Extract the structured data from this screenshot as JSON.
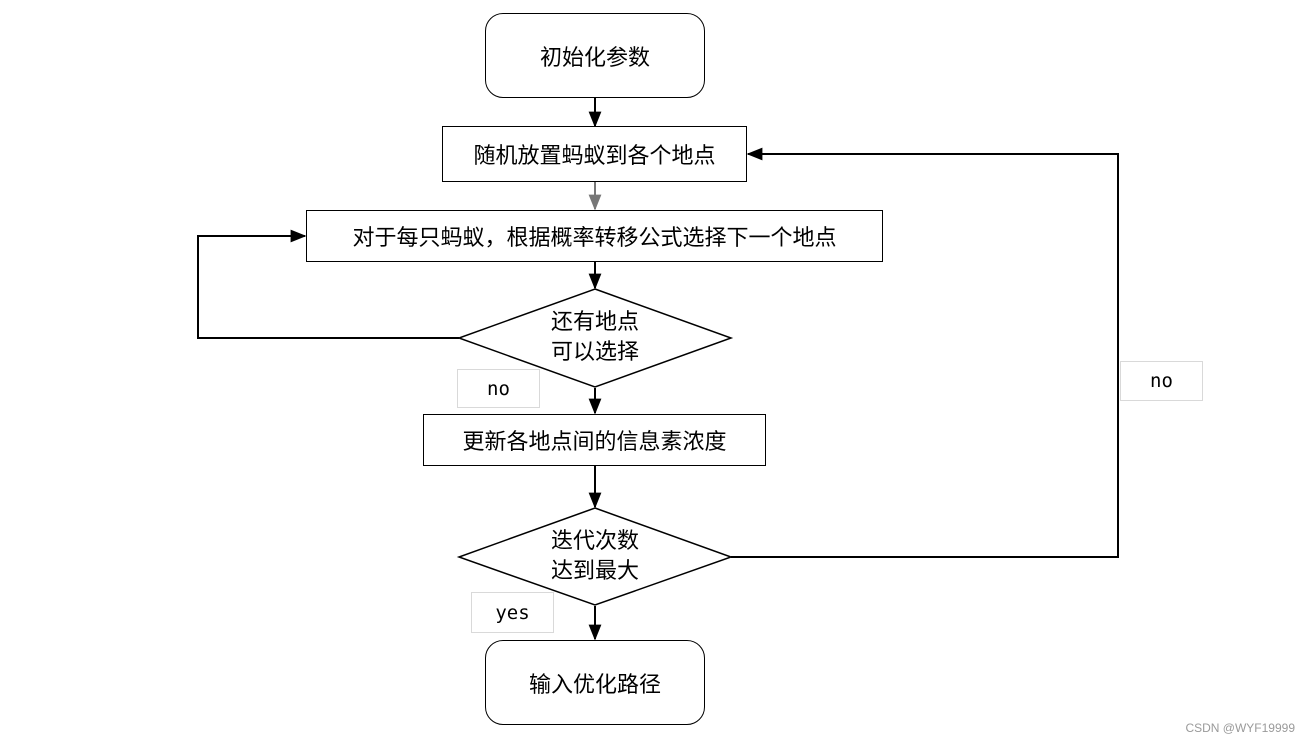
{
  "nodes": {
    "start": "初始化参数",
    "place_ants": "随机放置蚂蚁到各个地点",
    "select_next": "对于每只蚂蚁，根据概率转移公式选择下一个地点",
    "decision_more": [
      "还有地点",
      "可以选择"
    ],
    "update": "更新各地点间的信息素浓度",
    "decision_iter": [
      "迭代次数",
      "达到最大"
    ],
    "end": "输入优化路径"
  },
  "edge_labels": {
    "no_1": "no",
    "no_2": "no",
    "yes": "yes"
  },
  "watermark": "CSDN @WYF19999"
}
